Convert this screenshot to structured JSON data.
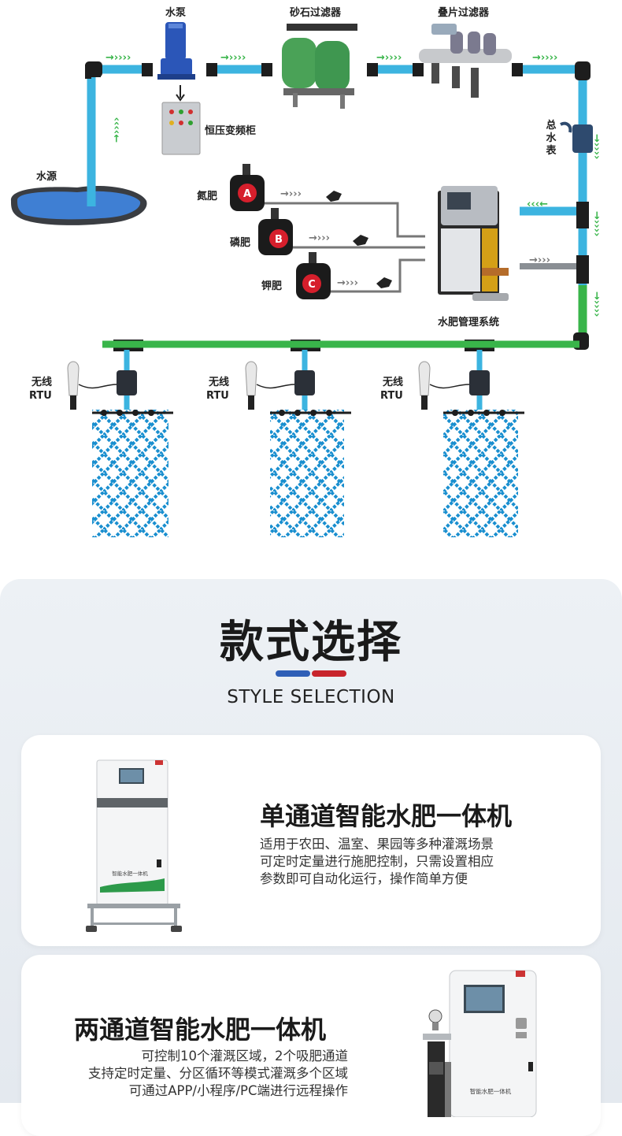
{
  "diagram": {
    "pump": "水泵",
    "sand_filter": "砂石过滤器",
    "disc_filter": "叠片过滤器",
    "control_cabinet": "恒压变频柜",
    "water_source": "水源",
    "total_meter": "总水表",
    "nitrogen": "氮肥",
    "phosphorus": "磷肥",
    "potassium": "钾肥",
    "tank_a": "A",
    "tank_b": "B",
    "tank_c": "C",
    "system": "水肥管理系统",
    "rtu_line1": "无线",
    "rtu_line2": "RTU",
    "cabinet_plate": "智能水肥一体机"
  },
  "section": {
    "title_cn": "款式选择",
    "title_en": "STYLE SELECTION",
    "divider_colors": [
      "#2f5fb7",
      "#c8252c"
    ]
  },
  "products": [
    {
      "title": "单通道智能水肥一体机",
      "desc": [
        "适用于农田、温室、果园等多种灌溉场景",
        "可定时定量进行施肥控制，只需设置相应",
        "参数即可自动化运行，操作简单方便"
      ]
    },
    {
      "title": "两通道智能水肥一体机",
      "desc": [
        "可控制10个灌溉区域，2个吸肥通道",
        "支持定时定量、分区循环等模式灌溉多个区域",
        "可通过APP/小程序/PC端进行远程操作"
      ]
    }
  ],
  "colors": {
    "pipe_blue": "#3cb4e0",
    "pipe_green": "#39b54a",
    "tile_blue": "#1a8fcf",
    "tank_red": "#d61f2c"
  }
}
